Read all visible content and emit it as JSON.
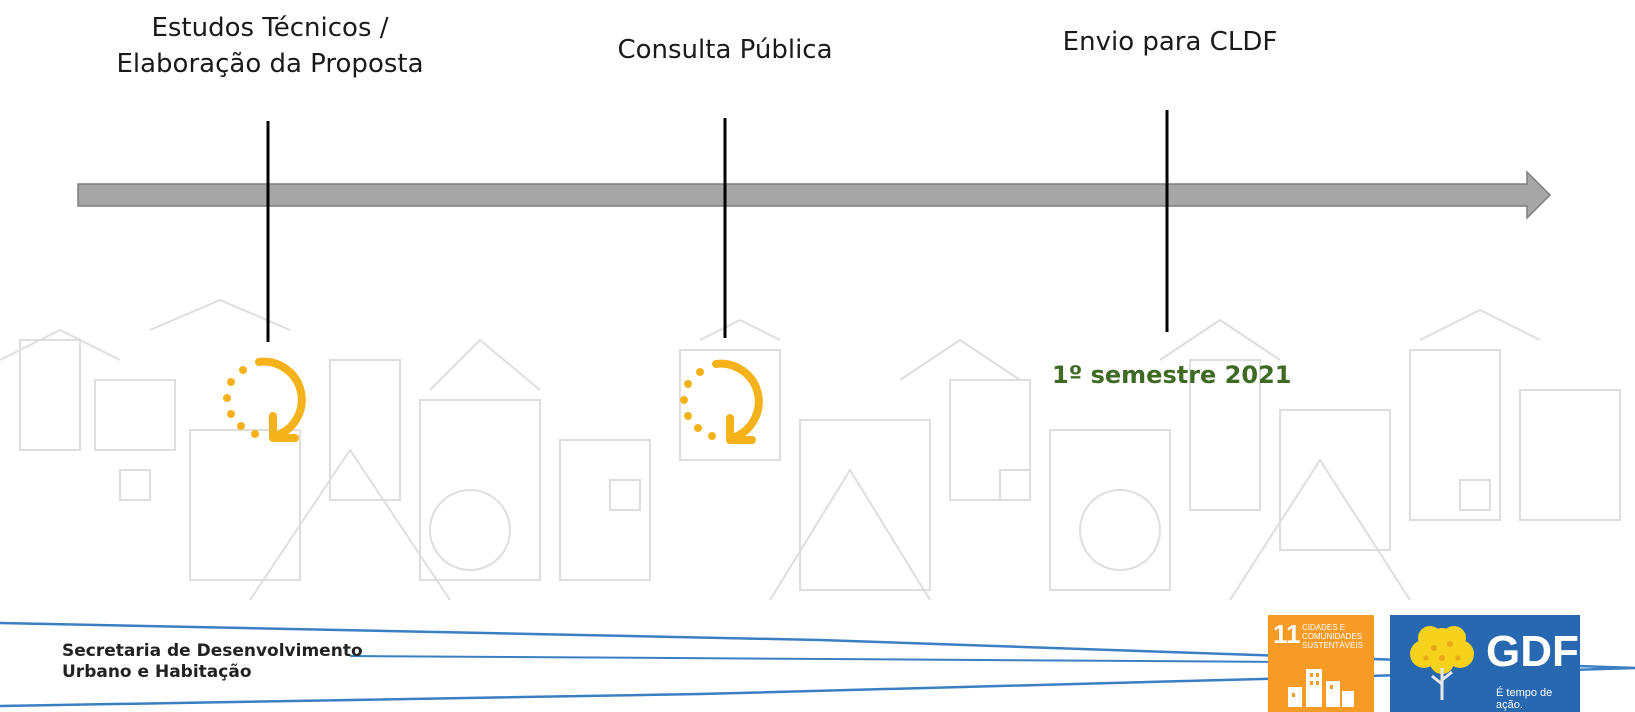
{
  "milestones": [
    {
      "line1": "Estudos Técnicos /",
      "line2": "Elaboração da Proposta",
      "status": "in-progress-icon"
    },
    {
      "line1": "Consulta Pública",
      "status": "in-progress-icon"
    },
    {
      "line1": "Envio para CLDF",
      "date": "1º semestre 2021"
    }
  ],
  "footer": {
    "org_line1": "Secretaria de Desenvolvimento",
    "org_line2": "Urbano e Habitação",
    "ods_number": "11",
    "ods_text": "CIDADES E COMUNIDADES SUSTENTÁVEIS",
    "gdf_name": "GDF",
    "gdf_slogan": "É tempo de ação."
  },
  "colors": {
    "arrow": "#a6a6a6",
    "status_icon": "#f5b21b",
    "date_text": "#3f6a24",
    "ods": "#f59b26",
    "gdf": "#2768b0",
    "footer_line": "#3a7fc4"
  }
}
